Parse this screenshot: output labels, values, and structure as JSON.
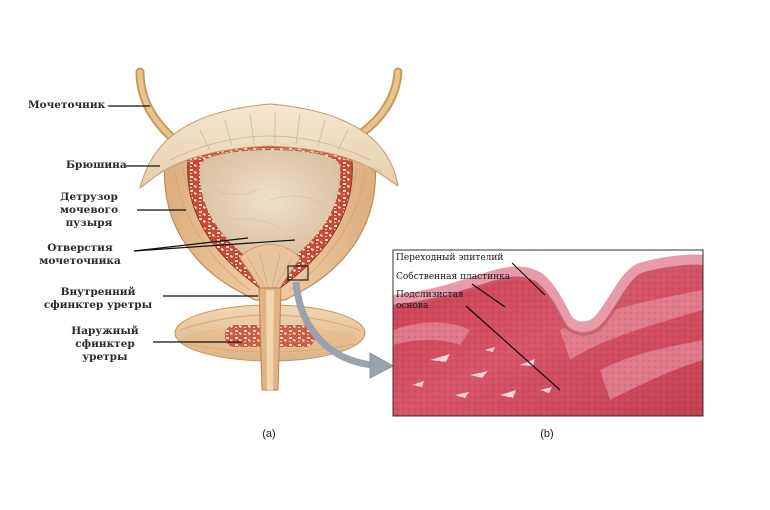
{
  "panel_a": {
    "caption": "(a)",
    "labels": {
      "ureter": "Мочеточник",
      "peritoneum": "Брюшина",
      "detrusor": [
        "Детрузор",
        "мочевого",
        "пузыря"
      ],
      "ureteral_openings": [
        "Отверстия",
        "мочеточника"
      ],
      "internal_sphincter": [
        "Внутренний",
        "сфинктер уретры"
      ],
      "external_sphincter": [
        "Наружный",
        "сфинктер",
        "уретры"
      ]
    }
  },
  "panel_b": {
    "caption": "(b)",
    "labels": {
      "epithelium": "Переходный эпителий",
      "lamina_propria": "Собственная пластинка",
      "submucosa": [
        "Подслизистая",
        "основа"
      ]
    }
  },
  "colors": {
    "bladder_muscle": "#e9c39d",
    "bladder_lumen": "#ead7bf",
    "mucosa_wall": "#b5553f",
    "tissue_red": "#c8414f",
    "tissue_pink": "#e9a0ad",
    "arrow_gray": "#9aa3ab"
  }
}
